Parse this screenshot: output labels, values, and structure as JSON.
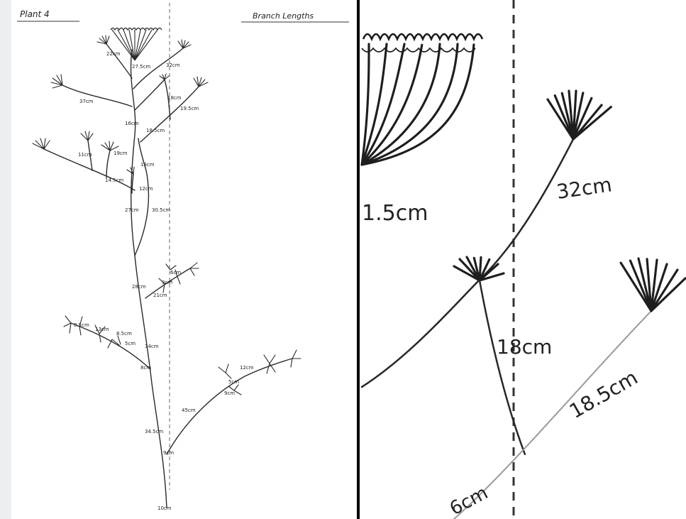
{
  "sheet": {
    "title": "Plant 4",
    "subtitle": "Branch Lengths"
  },
  "overview_labels": {
    "l1": "22cm",
    "l2": "27.5cm",
    "l3": "32cm",
    "l4": "18cm",
    "l5": "37cm",
    "l6": "19.5cm",
    "l7": "18.5cm",
    "l8": "16cm",
    "l9": "19cm",
    "l10": "11cm",
    "l11": "13cm",
    "l12": "14.5cm",
    "l13": "12cm",
    "l14": "27cm",
    "l15": "30.5cm",
    "l16": "28cm",
    "l17": "6cm",
    "l18": "9cm",
    "l19": "21cm",
    "l20": "8.5cm",
    "l21": "13cm",
    "l22": "8.5cm",
    "l23": "5cm",
    "l24": "34cm",
    "l25": "8cm",
    "l26": "12cm",
    "l27": "5cm",
    "l28": "9cm",
    "l29": "45cm",
    "l30": "34.5cm",
    "l31": "9cm",
    "l32": "10cm"
  },
  "zoom_labels": {
    "a": "1.5cm",
    "b": "32cm",
    "c": "18cm",
    "d": "18.5cm",
    "e": "6cm"
  }
}
